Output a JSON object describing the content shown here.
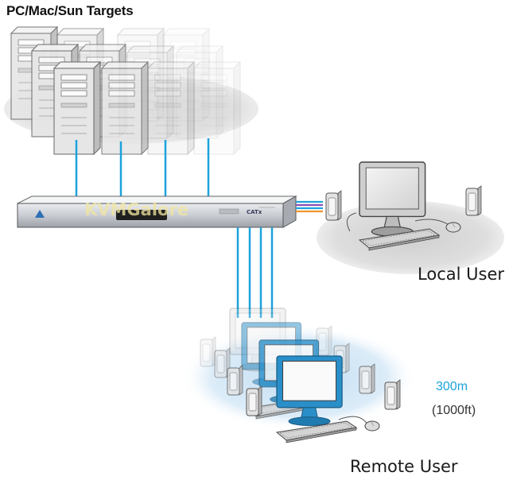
{
  "labels": {
    "targets_title": "PC/Mac/Sun Targets",
    "local_user": "Local User",
    "remote_user": "Remote User",
    "distance_m": "300m",
    "distance_ft": "(1000ft)"
  },
  "device": {
    "brand_mark": "CATx",
    "watermark": "KVMGalore"
  },
  "colors": {
    "cable_blue": "#1da3dc",
    "cable_orange": "#f0962a",
    "cable_purple": "#8a4fb3",
    "ellipse_gray": "#d9d9d9",
    "remote_glow": "#cfe6f5",
    "distance_accent": "#1da3dc"
  },
  "icons": [
    "server-tower-icon",
    "kvm-switch-icon",
    "monitor-icon",
    "keyboard-icon",
    "mouse-icon",
    "speaker-icon"
  ]
}
